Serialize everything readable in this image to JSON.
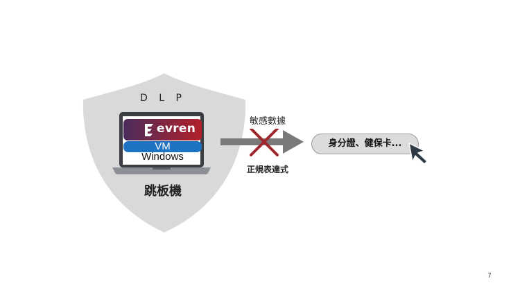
{
  "shield": {
    "title": "D L P",
    "fill_color": "#d9d9d9"
  },
  "laptop": {
    "brand_text": "evren",
    "brand_gradient": [
      "#4a2b5c",
      "#b2202a"
    ],
    "vm_label": "VM",
    "vm_color": "#1f73c3",
    "os_label": "Windows",
    "caption": "跳板機"
  },
  "flow": {
    "top_label": "敏感數據",
    "bottom_label": "正規表達式",
    "blocked_mark_color": "#a0262c",
    "arrow_color": "#7a7a7a"
  },
  "target": {
    "text": "身分證、健保卡..."
  },
  "icons": {
    "cursor": "mouse-pointer-icon",
    "block": "x-mark-icon",
    "logo": "evren-logo-icon"
  },
  "footer": {
    "page_number": "7"
  }
}
